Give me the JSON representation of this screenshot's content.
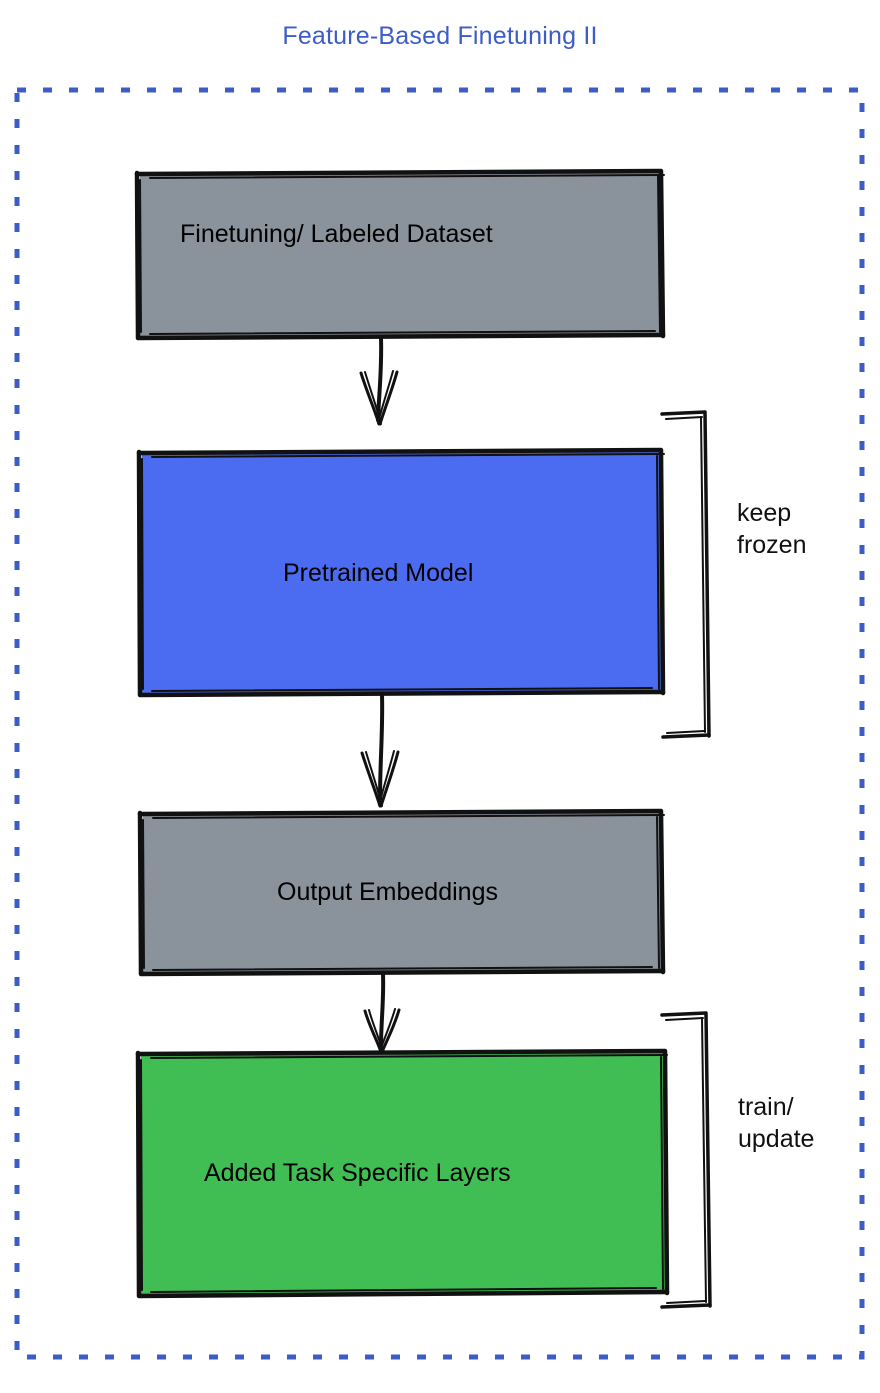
{
  "title": "Feature-Based Finetuning II",
  "colors": {
    "title_blue": "#3c5cc8",
    "border_dashed": "#3c5cc8",
    "gray_fill": "#8a929b",
    "blue_fill": "#4b6cf0",
    "green_fill": "#40be54",
    "stroke": "#111111",
    "text": "#000000",
    "background": "#ffffff"
  },
  "diagram": {
    "type": "flowchart",
    "direction": "top-to-bottom",
    "nodes": [
      {
        "id": "dataset",
        "label": "Finetuning/ Labeled Dataset",
        "fill": "#8a929b"
      },
      {
        "id": "pretrained",
        "label": "Pretrained Model",
        "fill": "#4b6cf0"
      },
      {
        "id": "embeddings",
        "label": "Output Embeddings",
        "fill": "#8a929b"
      },
      {
        "id": "task_layers",
        "label": "Added Task Specific Layers",
        "fill": "#40be54"
      }
    ],
    "edges": [
      {
        "from": "dataset",
        "to": "pretrained",
        "style": "arrow"
      },
      {
        "from": "pretrained",
        "to": "embeddings",
        "style": "arrow"
      },
      {
        "from": "embeddings",
        "to": "task_layers",
        "style": "arrow"
      }
    ],
    "annotations": [
      {
        "id": "keep_frozen",
        "label": "keep\nfrozen",
        "targets": [
          "pretrained"
        ]
      },
      {
        "id": "train_update",
        "label": "train/\nupdate",
        "targets": [
          "task_layers"
        ]
      }
    ]
  }
}
